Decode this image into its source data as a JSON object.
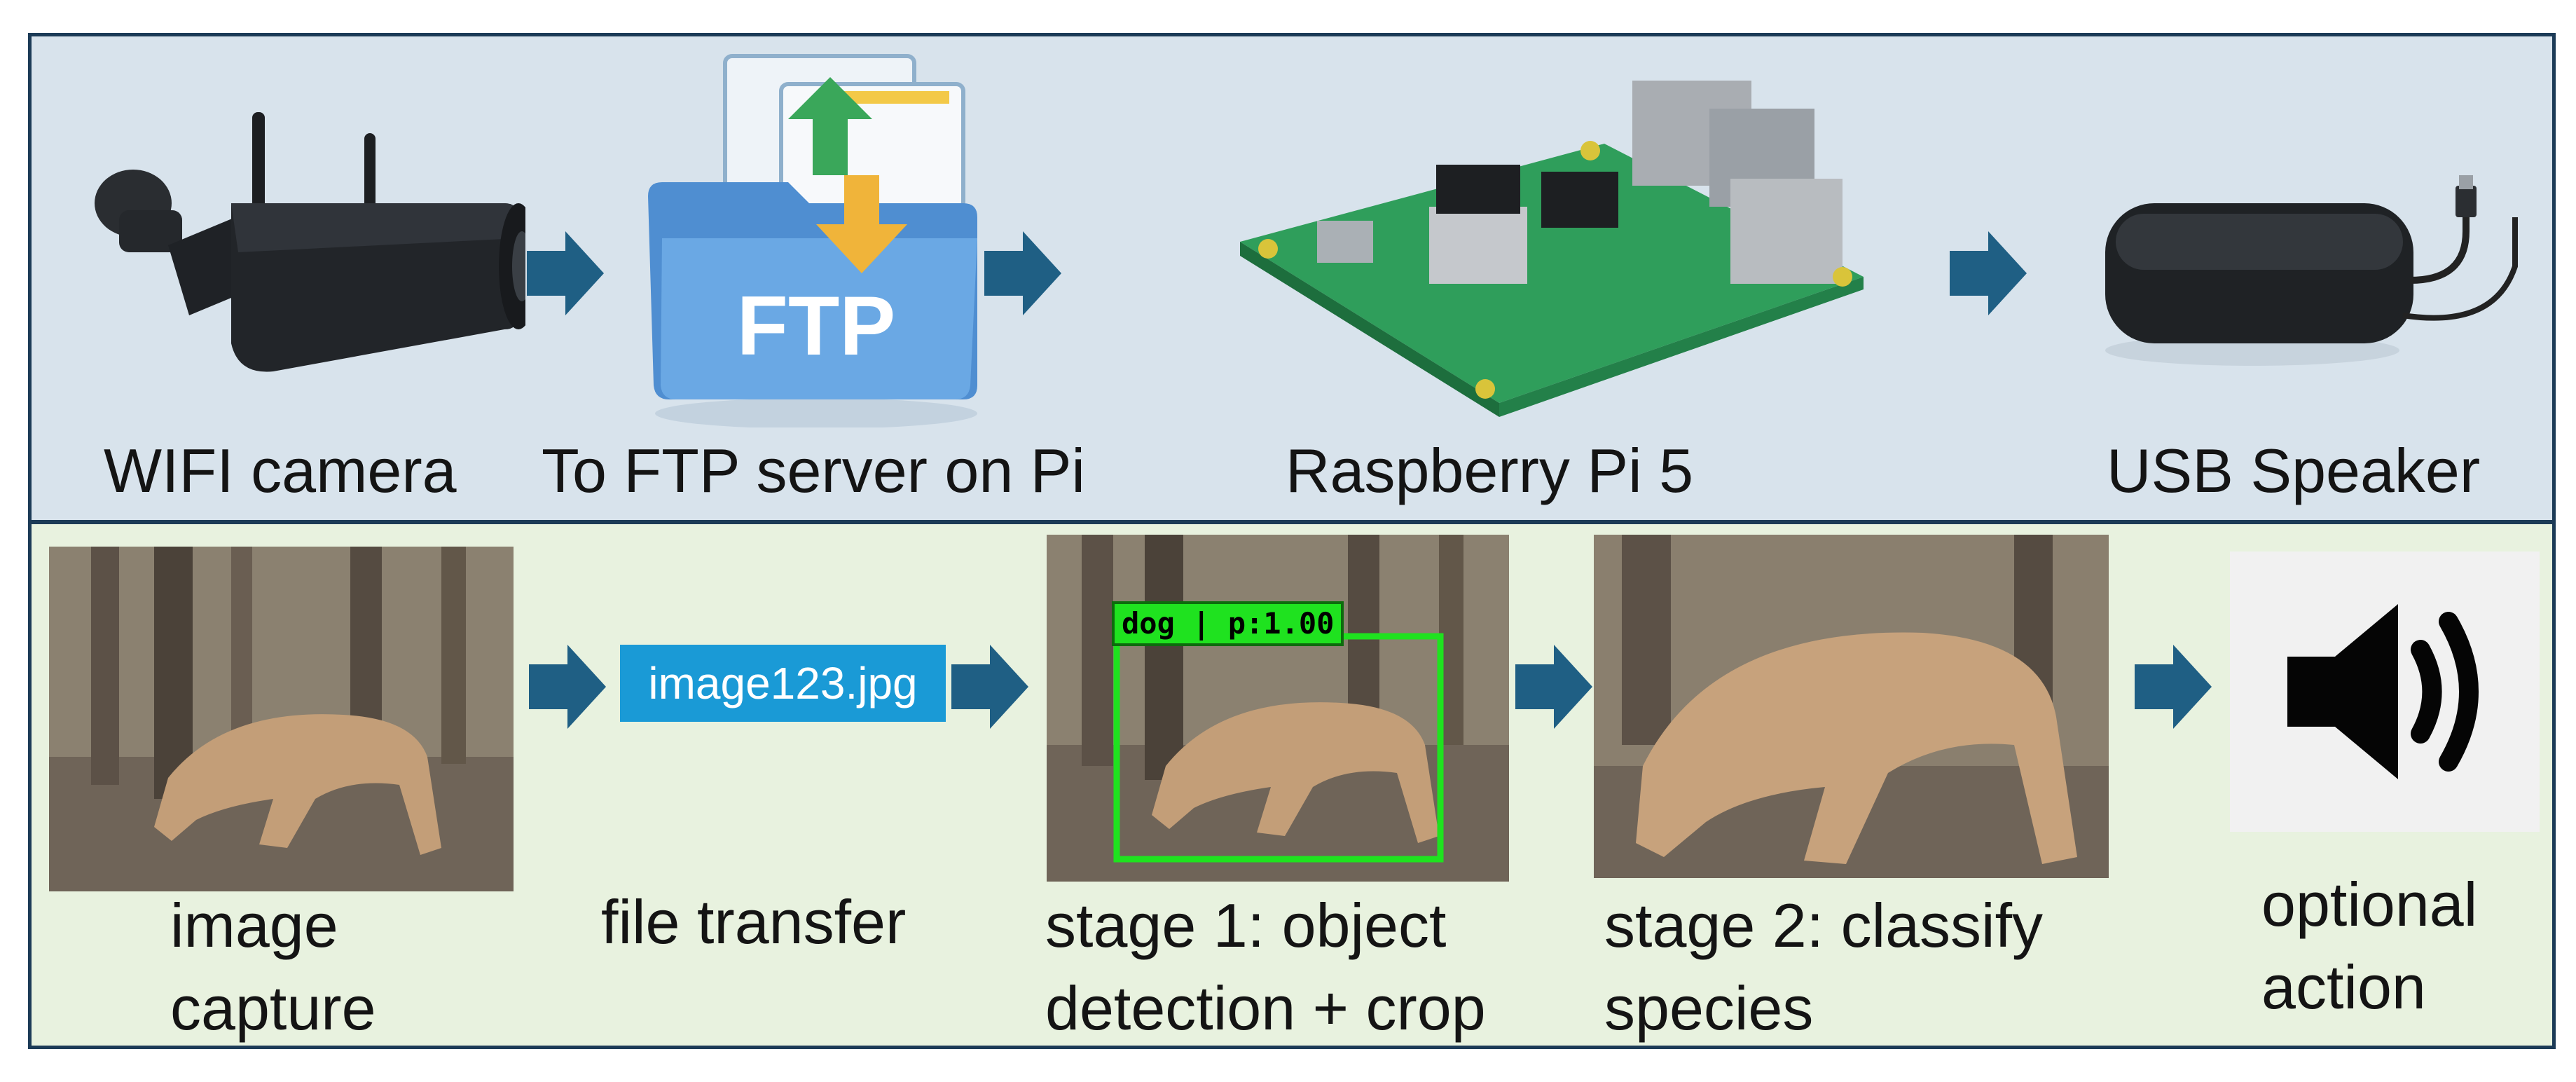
{
  "top_row": {
    "camera_label": "WIFI camera",
    "ftp_label": "To FTP server on Pi",
    "ftp_icon_text": "FTP",
    "pi_label": "Raspberry Pi 5",
    "speaker_label": "USB Speaker"
  },
  "bottom_row": {
    "capture_label_line1": "image",
    "capture_label_line2": "capture",
    "transfer_label": "file transfer",
    "filename": "image123.jpg",
    "stage1_label_line1": "stage 1: object",
    "stage1_label_line2": "detection + crop",
    "detection_tag": "dog | p:1.00",
    "stage2_label_line1": "stage 2: classify",
    "stage2_label_line2": "species",
    "action_label_line1": "optional",
    "action_label_line2": "action"
  },
  "colors": {
    "arrow": "#1f5f84",
    "border": "#1c3b57",
    "top_panel": "#d8e3ec",
    "bottom_panel": "#e8f2df",
    "filename_chip": "#1a9ad6",
    "detection_box": "#1fe21f"
  },
  "icons": [
    "wifi-camera-image",
    "ftp-folder-icon",
    "raspberry-pi-board-image",
    "usb-speaker-image",
    "speaker-volume-icon"
  ]
}
